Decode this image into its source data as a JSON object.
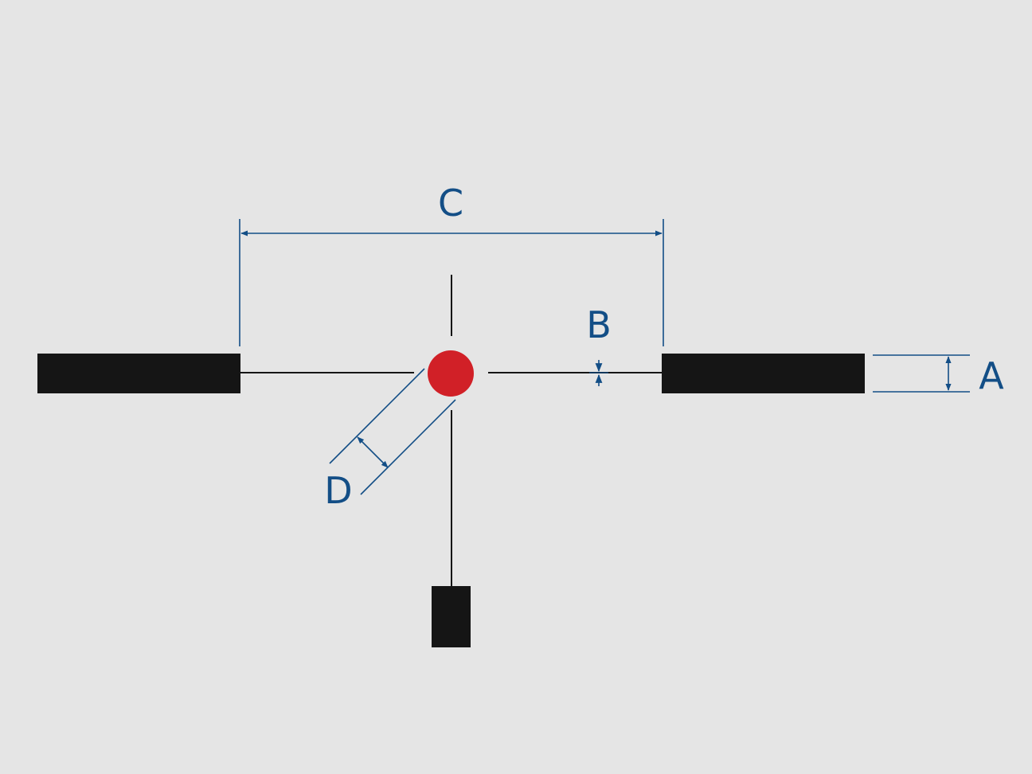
{
  "colors": {
    "background": "#e5e5e5",
    "reticle": "#151515",
    "dot": "#d12027",
    "dimension": "#134e86"
  },
  "labels": {
    "a": "A",
    "b": "B",
    "c": "C",
    "d": "D"
  }
}
